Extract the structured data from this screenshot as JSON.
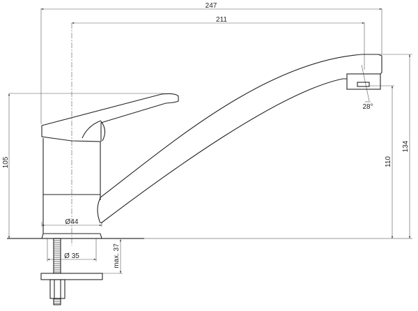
{
  "drawing": {
    "title": "Kitchen faucet dimensional drawing",
    "dimensions": {
      "overall_reach": "247",
      "spout_reach": "211",
      "total_height": "134",
      "outlet_height": "110",
      "lever_height": "105",
      "base_diameter": "Ø44",
      "hole_diameter": "Ø 35",
      "max_countertop": "max. 37",
      "spray_angle": "28°"
    }
  }
}
